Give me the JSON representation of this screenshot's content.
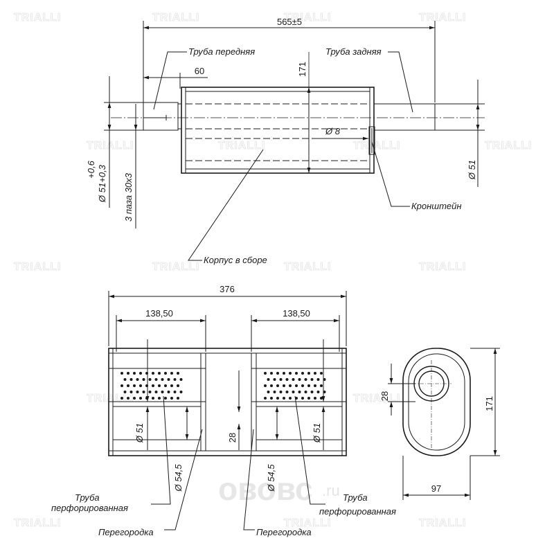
{
  "watermark": {
    "text": "TRIALLI"
  },
  "brand_logo": {
    "main": "ововс",
    "suffix": ".ru"
  },
  "top_view": {
    "dim_overall": "565±5",
    "dim_front_pipe": "60",
    "dim_body_height": "171",
    "dim_hole": "Ø 8",
    "dim_rear_pipe_dia": "Ø 51",
    "dim_inlet_tol_upper": "+0,6",
    "dim_inlet_dia": "Ø 51+0,3",
    "dim_slots": "3 паза 30х3",
    "label_front_pipe": "Труба передняя",
    "label_rear_pipe": "Труба задняя",
    "label_bracket": "Кронштейн",
    "label_body": "Корпус в сборе"
  },
  "section_view": {
    "dim_length": "376",
    "dim_left_chamber": "138,50",
    "dim_right_chamber": "138,50",
    "dim_inner_pipe_left": "Ø 51",
    "dim_inner_pipe_right": "Ø 51",
    "dim_outer_left": "Ø 54,5",
    "dim_outer_right": "Ø 54,5",
    "dim_offset": "28",
    "label_perforated_left_1": "Труба",
    "label_perforated_left_2": "перфорированная",
    "label_perforated_right_1": "Труба",
    "label_perforated_right_2": "перфорированная",
    "label_baffle_left": "Перегородка",
    "label_baffle_right": "Перегородка"
  },
  "end_view": {
    "dim_height": "171",
    "dim_width": "97",
    "dim_offset": "28"
  }
}
